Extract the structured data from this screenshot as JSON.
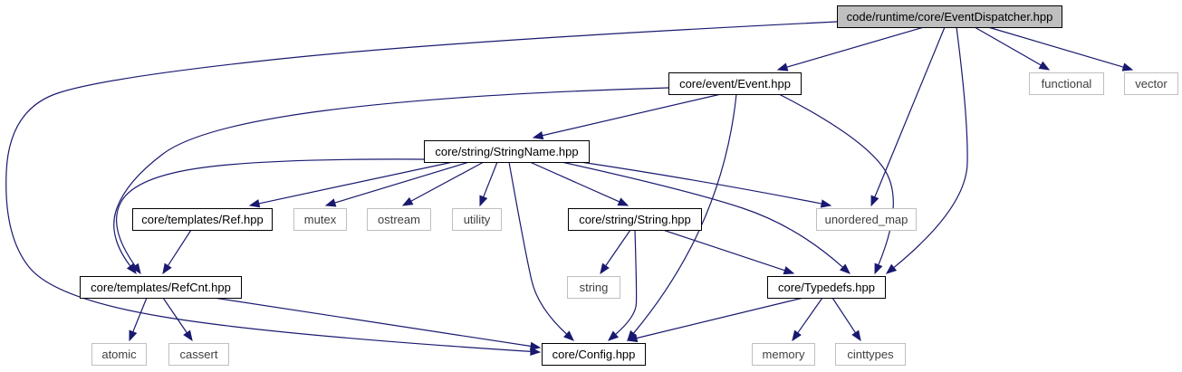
{
  "diagram": {
    "type": "include-dependency-graph",
    "colors": {
      "edge": "#191970",
      "root_fill": "#bfbfbf",
      "node_border": "#000000",
      "system_border": "#bfbfbf",
      "system_text": "#404040",
      "node_text": "#000000"
    },
    "nodes": [
      {
        "id": "root",
        "label": "code/runtime/core/EventDispatcher.hpp",
        "kind": "root"
      },
      {
        "id": "event",
        "label": "core/event/Event.hpp",
        "kind": "file"
      },
      {
        "id": "functional",
        "label": "functional",
        "kind": "system"
      },
      {
        "id": "vector",
        "label": "vector",
        "kind": "system"
      },
      {
        "id": "stringname",
        "label": "core/string/StringName.hpp",
        "kind": "file"
      },
      {
        "id": "ref",
        "label": "core/templates/Ref.hpp",
        "kind": "file"
      },
      {
        "id": "mutex",
        "label": "mutex",
        "kind": "system"
      },
      {
        "id": "ostream",
        "label": "ostream",
        "kind": "system"
      },
      {
        "id": "utility",
        "label": "utility",
        "kind": "system"
      },
      {
        "id": "string",
        "label": "core/string/String.hpp",
        "kind": "file"
      },
      {
        "id": "unordered_map",
        "label": "unordered_map",
        "kind": "system"
      },
      {
        "id": "refcnt",
        "label": "core/templates/RefCnt.hpp",
        "kind": "file"
      },
      {
        "id": "stdstring",
        "label": "string",
        "kind": "system"
      },
      {
        "id": "typedefs",
        "label": "core/Typedefs.hpp",
        "kind": "file"
      },
      {
        "id": "atomic",
        "label": "atomic",
        "kind": "system"
      },
      {
        "id": "cassert",
        "label": "cassert",
        "kind": "system"
      },
      {
        "id": "config",
        "label": "core/Config.hpp",
        "kind": "file"
      },
      {
        "id": "memory",
        "label": "memory",
        "kind": "system"
      },
      {
        "id": "cinttypes",
        "label": "cinttypes",
        "kind": "system"
      }
    ],
    "edges": [
      {
        "from": "root",
        "to": "event"
      },
      {
        "from": "root",
        "to": "functional"
      },
      {
        "from": "root",
        "to": "vector"
      },
      {
        "from": "root",
        "to": "unordered_map"
      },
      {
        "from": "root",
        "to": "typedefs"
      },
      {
        "from": "root",
        "to": "config"
      },
      {
        "from": "event",
        "to": "stringname"
      },
      {
        "from": "event",
        "to": "refcnt"
      },
      {
        "from": "event",
        "to": "config"
      },
      {
        "from": "event",
        "to": "typedefs"
      },
      {
        "from": "stringname",
        "to": "ref"
      },
      {
        "from": "stringname",
        "to": "mutex"
      },
      {
        "from": "stringname",
        "to": "ostream"
      },
      {
        "from": "stringname",
        "to": "utility"
      },
      {
        "from": "stringname",
        "to": "string"
      },
      {
        "from": "stringname",
        "to": "unordered_map"
      },
      {
        "from": "stringname",
        "to": "refcnt"
      },
      {
        "from": "stringname",
        "to": "config"
      },
      {
        "from": "stringname",
        "to": "typedefs"
      },
      {
        "from": "ref",
        "to": "refcnt"
      },
      {
        "from": "string",
        "to": "stdstring"
      },
      {
        "from": "string",
        "to": "config"
      },
      {
        "from": "string",
        "to": "typedefs"
      },
      {
        "from": "refcnt",
        "to": "atomic"
      },
      {
        "from": "refcnt",
        "to": "cassert"
      },
      {
        "from": "refcnt",
        "to": "config"
      },
      {
        "from": "typedefs",
        "to": "config"
      },
      {
        "from": "typedefs",
        "to": "memory"
      },
      {
        "from": "typedefs",
        "to": "cinttypes"
      }
    ]
  }
}
